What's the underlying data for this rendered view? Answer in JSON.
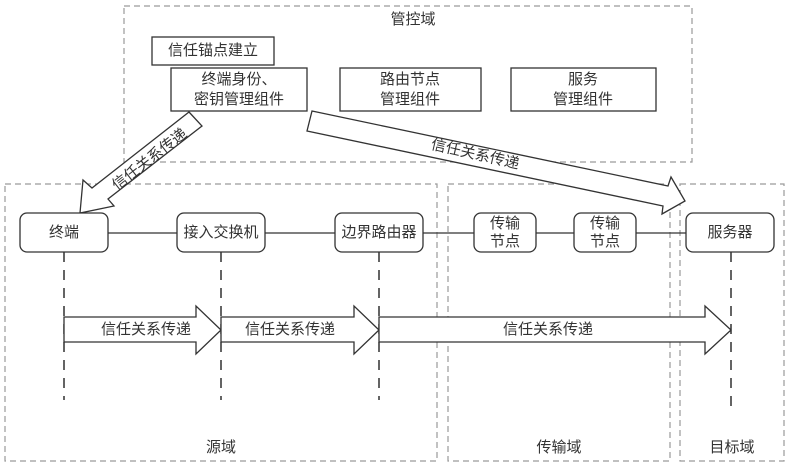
{
  "domains": {
    "control": "管控域",
    "source": "源域",
    "transit": "传输域",
    "target": "目标域"
  },
  "control_components": {
    "trust_anchor": "信任锚点建立",
    "terminal_identity": [
      "终端身份、",
      "密钥管理组件"
    ],
    "routing_node_mgmt": [
      "路由节点",
      "管理组件"
    ],
    "service_mgmt": [
      "服务",
      "管理组件"
    ]
  },
  "nodes": [
    {
      "id": "terminal",
      "label": [
        "终端"
      ]
    },
    {
      "id": "access-switch",
      "label": [
        "接入交换机"
      ]
    },
    {
      "id": "border-router",
      "label": [
        "边界路由器"
      ]
    },
    {
      "id": "transit-node-1",
      "label": [
        "传输",
        "节点"
      ]
    },
    {
      "id": "transit-node-2",
      "label": [
        "传输",
        "节点"
      ]
    },
    {
      "id": "server",
      "label": [
        "服务器"
      ]
    }
  ],
  "arrows": {
    "to_terminal": "信任关系传递",
    "to_server": "信任关系传递",
    "flow_1": "信任关系传递",
    "flow_2": "信任关系传递",
    "flow_3": "信任关系传递"
  }
}
